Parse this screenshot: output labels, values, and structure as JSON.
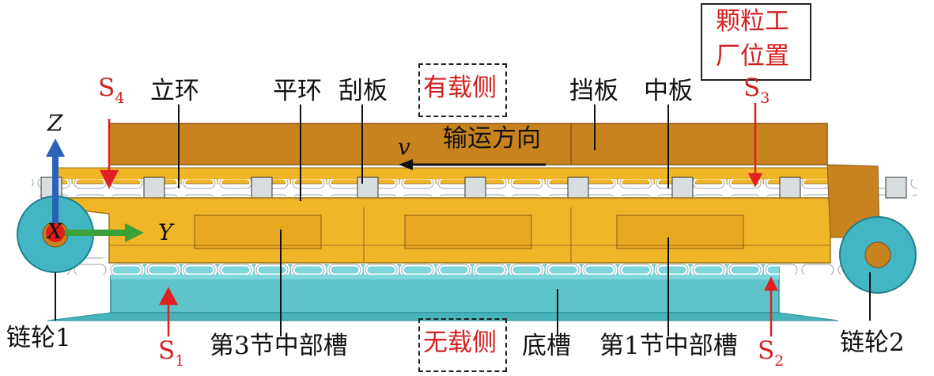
{
  "labels": {
    "upper_ring": "立环",
    "flat_ring": "平环",
    "scraper": "刮板",
    "loaded_side": "有载侧",
    "baffle": "挡板",
    "middle_plate": "中板",
    "particle_factory": [
      "颗粒工",
      "厂位置"
    ],
    "conveying_direction": "输运方向",
    "velocity": "v",
    "sprocket1": "链轮1",
    "sprocket2": "链轮2",
    "section3_trough": "第3节中部槽",
    "unloaded_side": "无载侧",
    "bottom_trough": "底槽",
    "section1_trough": "第1节中部槽"
  },
  "sensors": [
    {
      "name": "S",
      "sub": "4"
    },
    {
      "name": "S",
      "sub": "3"
    },
    {
      "name": "S",
      "sub": "1"
    },
    {
      "name": "S",
      "sub": "2"
    }
  ],
  "axes": {
    "z": "Z",
    "x": "X",
    "y": "Y"
  },
  "colors": {
    "trough_orange": "#c8821e",
    "trough_yellow": "#f0b628",
    "bottom_trough": "#5ec4cc",
    "sprocket": "#43b6c4",
    "marker_red": "#e02020",
    "axis_blue": "#2a62b8",
    "axis_green": "#3aa03a"
  }
}
